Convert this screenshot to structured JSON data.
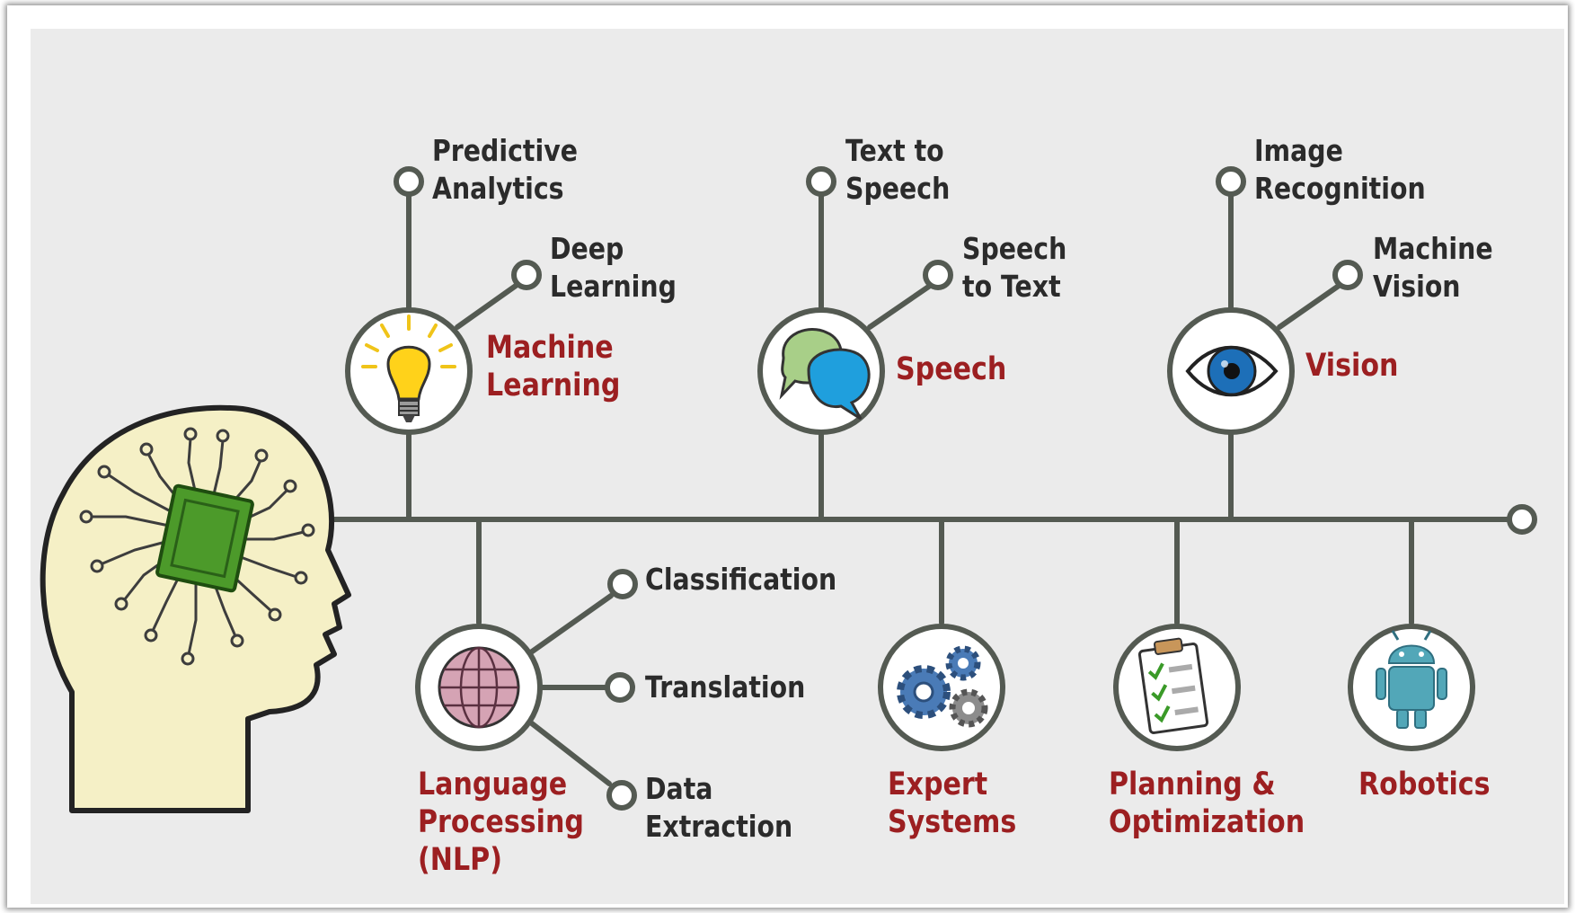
{
  "categories": {
    "machine_learning": {
      "label": "Machine Learning",
      "line1": "Machine",
      "line2": "Learning",
      "icon": "lightbulb-icon",
      "sub": [
        {
          "line1": "Predictive",
          "line2": "Analytics"
        },
        {
          "line1": "Deep",
          "line2": "Learning"
        }
      ]
    },
    "speech": {
      "label": "Speech",
      "icon": "speech-bubbles-icon",
      "sub": [
        {
          "line1": "Text to",
          "line2": "Speech"
        },
        {
          "line1": "Speech",
          "line2": "to Text"
        }
      ]
    },
    "vision": {
      "label": "Vision",
      "icon": "eye-icon",
      "sub": [
        {
          "line1": "Image",
          "line2": "Recognition"
        },
        {
          "line1": "Machine",
          "line2": "Vision"
        }
      ]
    },
    "nlp": {
      "label": "Language Processing (NLP)",
      "line1": "Language",
      "line2": "Processing",
      "line3": "(NLP)",
      "icon": "globe-icon",
      "sub": [
        {
          "line1": "Classification"
        },
        {
          "line1": "Translation"
        },
        {
          "line1": "Data",
          "line2": "Extraction"
        }
      ]
    },
    "expert_systems": {
      "label": "Expert Systems",
      "line1": "Expert",
      "line2": "Systems",
      "icon": "gears-icon"
    },
    "planning": {
      "label": "Planning & Optimization",
      "line1": "Planning &",
      "line2": "Optimization",
      "icon": "clipboard-checklist-icon"
    },
    "robotics": {
      "label": "Robotics",
      "icon": "robot-icon"
    }
  },
  "head_icon": "head-with-chip-icon",
  "colors": {
    "background": "#ebebeb",
    "line": "#545a52",
    "category_text": "#9c1f21",
    "sub_text": "#2b2b2b",
    "head_fill": "#f5f0c6",
    "chip": "#4c9a2a"
  }
}
